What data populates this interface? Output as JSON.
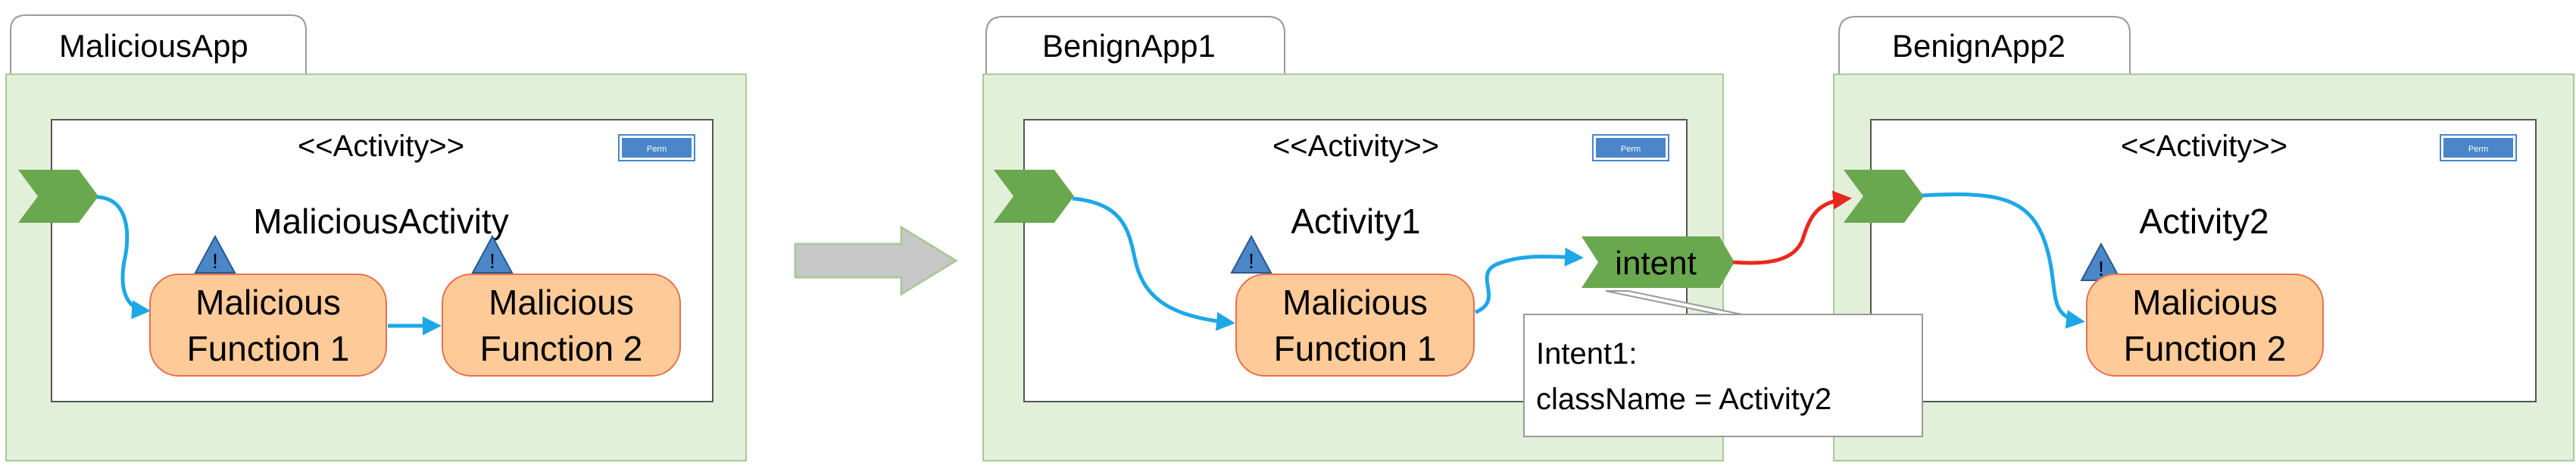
{
  "apps": [
    {
      "name": "MaliciousApp",
      "activity": {
        "stereotype": "<<Activity>>",
        "name": "MaliciousActivity",
        "badge": "Perm",
        "functions": [
          {
            "line1": "Malicious",
            "line2": "Function 1"
          },
          {
            "line1": "Malicious",
            "line2": "Function 2"
          }
        ]
      }
    },
    {
      "name": "BenignApp1",
      "activity": {
        "stereotype": "<<Activity>>",
        "name": "Activity1",
        "badge": "Perm",
        "functions": [
          {
            "line1": "Malicious",
            "line2": "Function 1"
          }
        ]
      }
    },
    {
      "name": "BenignApp2",
      "activity": {
        "stereotype": "<<Activity>>",
        "name": "Activity2",
        "badge": "Perm",
        "functions": [
          {
            "line1": "Malicious",
            "line2": "Function 2"
          }
        ]
      }
    }
  ],
  "intent": {
    "label": "intent",
    "note_line1": "Intent1:",
    "note_line2": "className = Activity2"
  },
  "warning_glyph": "!",
  "icons": [
    "warning-icon",
    "entry-point-icon",
    "transition-arrow-icon"
  ],
  "colors": {
    "app_fill": "#e2efd9",
    "app_border": "#a9c99a",
    "function_fill": "#fecb98",
    "function_border": "#e8704e",
    "entry_fill": "#6aa84f",
    "flow_arrow": "#1ea7e7",
    "intent_arrow": "#e8281f",
    "warning_fill": "#4a86c8",
    "badge_fill": "#4a86c8",
    "transition_fill": "#c8c8c8"
  }
}
